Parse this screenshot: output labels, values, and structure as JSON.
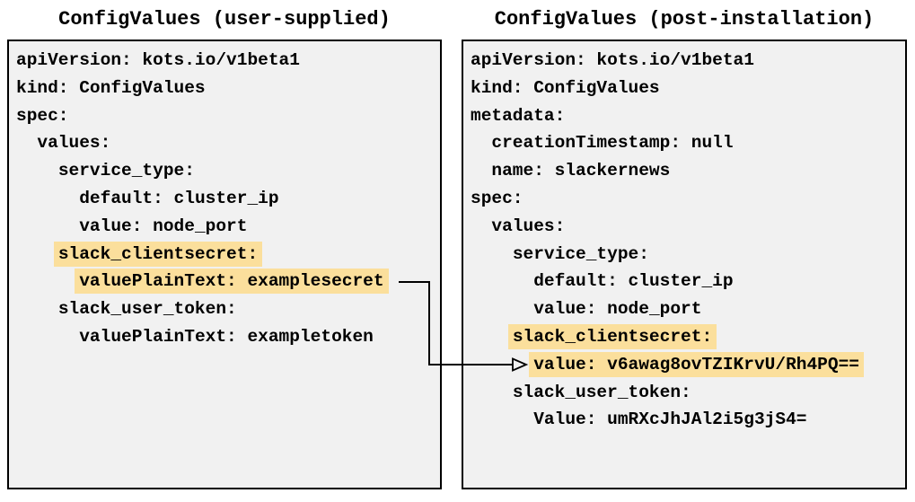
{
  "colors": {
    "page_background": "#ffffff",
    "box_fill": "#f1f1f1",
    "box_border": "#000000",
    "text": "#000000",
    "highlight": "#fbdf9c",
    "arrow": "#000000"
  },
  "left_panel": {
    "title": "ConfigValues (user-supplied)",
    "lines": [
      {
        "indent": 0,
        "text": "apiVersion: kots.io/v1beta1",
        "highlight": false
      },
      {
        "indent": 0,
        "text": "kind: ConfigValues",
        "highlight": false
      },
      {
        "indent": 0,
        "text": "spec:",
        "highlight": false
      },
      {
        "indent": 1,
        "text": "values:",
        "highlight": false
      },
      {
        "indent": 2,
        "text": "service_type:",
        "highlight": false
      },
      {
        "indent": 3,
        "text": "default: cluster_ip",
        "highlight": false
      },
      {
        "indent": 3,
        "text": "value: node_port",
        "highlight": false
      },
      {
        "indent": 2,
        "text": "slack_clientsecret:",
        "highlight": true
      },
      {
        "indent": 3,
        "text": "valuePlainText: examplesecret",
        "highlight": true
      },
      {
        "indent": 2,
        "text": "slack_user_token:",
        "highlight": false
      },
      {
        "indent": 3,
        "text": "valuePlainText: exampletoken",
        "highlight": false
      }
    ]
  },
  "right_panel": {
    "title": "ConfigValues (post-installation)",
    "lines": [
      {
        "indent": 0,
        "text": "apiVersion: kots.io/v1beta1",
        "highlight": false
      },
      {
        "indent": 0,
        "text": "kind: ConfigValues",
        "highlight": false
      },
      {
        "indent": 0,
        "text": "metadata:",
        "highlight": false
      },
      {
        "indent": 1,
        "text": "creationTimestamp: null",
        "highlight": false
      },
      {
        "indent": 1,
        "text": "name: slackernews",
        "highlight": false
      },
      {
        "indent": 0,
        "text": "spec:",
        "highlight": false
      },
      {
        "indent": 1,
        "text": "values:",
        "highlight": false
      },
      {
        "indent": 2,
        "text": "service_type:",
        "highlight": false
      },
      {
        "indent": 3,
        "text": "default: cluster_ip",
        "highlight": false
      },
      {
        "indent": 3,
        "text": "value: node_port",
        "highlight": false
      },
      {
        "indent": 2,
        "text": "slack_clientsecret:",
        "highlight": true
      },
      {
        "indent": 3,
        "text": "value: v6awag8ovTZIKrvU/Rh4PQ==",
        "highlight": true
      },
      {
        "indent": 2,
        "text": "slack_user_token:",
        "highlight": false
      },
      {
        "indent": 3,
        "text": "Value: umRXcJhJAl2i5g3jS4=",
        "highlight": false
      }
    ]
  },
  "arrow": {
    "from_text": "valuePlainText: examplesecret",
    "to_text": "value: v6awag8ovTZIKrvU/Rh4PQ=="
  }
}
